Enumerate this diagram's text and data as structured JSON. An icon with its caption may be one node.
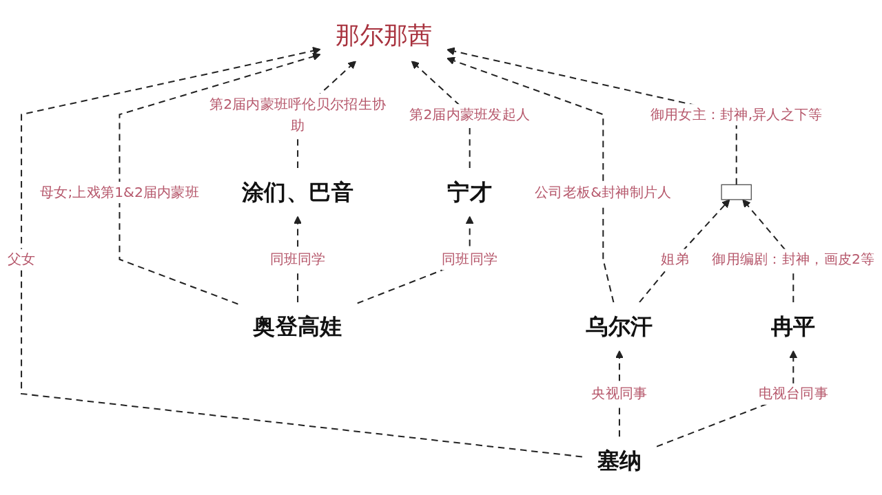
{
  "diagram": {
    "nodes": [
      {
        "text": [
          "那尔那茜"
        ]
      },
      {
        "text": [
          "塞纳"
        ]
      },
      {
        "text": [
          "涂们、巴音"
        ]
      },
      {
        "text": [
          "乌尔汗"
        ]
      },
      {
        "text": [
          "奥登高娃"
        ]
      },
      {
        "text": [
          "冉平"
        ]
      },
      {
        "text": [
          "宁才"
        ]
      },
      {
        "text": [],
        "shape": "box"
      }
    ],
    "edges": [
      {
        "from": 1,
        "to": 0,
        "arrow": "to",
        "label": "父女",
        "style": "dashed"
      },
      {
        "from": 1,
        "to": 3,
        "arrow": "to",
        "label": "央视同事",
        "style": "dashed"
      },
      {
        "from": 1,
        "to": 5,
        "arrow": "to",
        "label": "电视台同事",
        "style": "dashed"
      },
      {
        "from": 3,
        "to": 0,
        "arrow": "to",
        "label": "公司老板&封神制片人",
        "style": "dashed"
      },
      {
        "from": 2,
        "to": 0,
        "arrow": "to",
        "label": "第2届内蒙班呼伦贝尔招生协助",
        "style": "dashed"
      },
      {
        "from": 4,
        "to": 0,
        "arrow": "to",
        "label": "母女;上戏第1&2届内蒙班",
        "style": "dashed"
      },
      {
        "from": 6,
        "to": 0,
        "arrow": "to",
        "label": "第2届内蒙班发起人",
        "style": "dashed"
      },
      {
        "from": 4,
        "to": 2,
        "arrow": "to",
        "label": "同班同学",
        "style": "dashed"
      },
      {
        "from": 4,
        "to": 6,
        "arrow": "to",
        "label": "同班同学",
        "style": "dashed"
      },
      {
        "from": 3,
        "to": 7,
        "arrow": "to",
        "label": "姐弟",
        "style": "dashed"
      },
      {
        "from": 5,
        "to": 7,
        "arrow": "to",
        "label": "御用编剧：封神，画皮2等",
        "style": "dashed"
      },
      {
        "from": 7,
        "to": 0,
        "arrow": "to",
        "label": "御用女主：封神,异人之下等",
        "style": "dashed"
      }
    ]
  }
}
